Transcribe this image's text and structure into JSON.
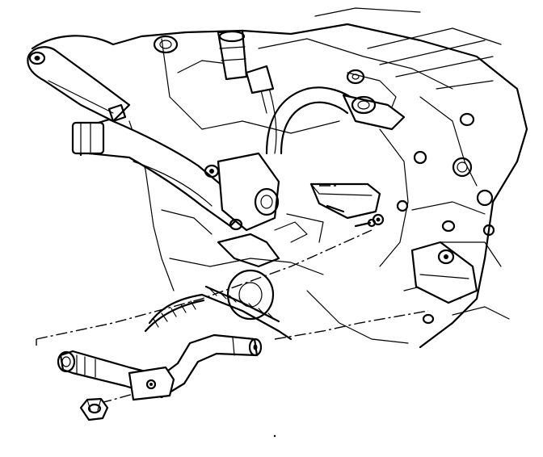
{
  "illustration": {
    "subject": "engine-coolant-tube-installation",
    "components": [
      "engine-block",
      "heater-outlet-pipe",
      "coolant-bypass-tube",
      "mounting-bracket",
      "retaining-nut",
      "drive-belt-pulley",
      "thermostat-housing"
    ],
    "colors": {
      "ink": "#000000",
      "paper": "#ffffff"
    }
  }
}
